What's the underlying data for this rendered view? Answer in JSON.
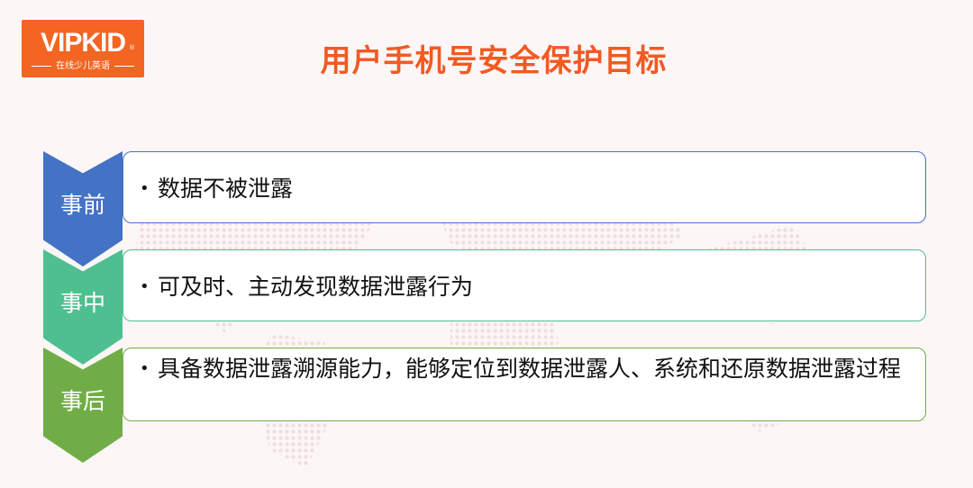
{
  "logo": {
    "wordmark": "VIPKID",
    "registered": "®",
    "tagline": "在线少儿英语"
  },
  "title": "用户手机号安全保护目标",
  "stages": [
    {
      "label": "事前",
      "color": "#4472c4",
      "border": "#4472c4",
      "bullet": "•",
      "text": "数据不被泄露"
    },
    {
      "label": "事中",
      "color": "#4ec08f",
      "border": "#4ec08f",
      "bullet": "•",
      "text": "可及时、主动发现数据泄露行为"
    },
    {
      "label": "事后",
      "color": "#70ad47",
      "border": "#70ad47",
      "bullet": "•",
      "text": "具备数据泄露溯源能力，能够定位到数据泄露人、系统和还原数据泄露过程"
    }
  ]
}
